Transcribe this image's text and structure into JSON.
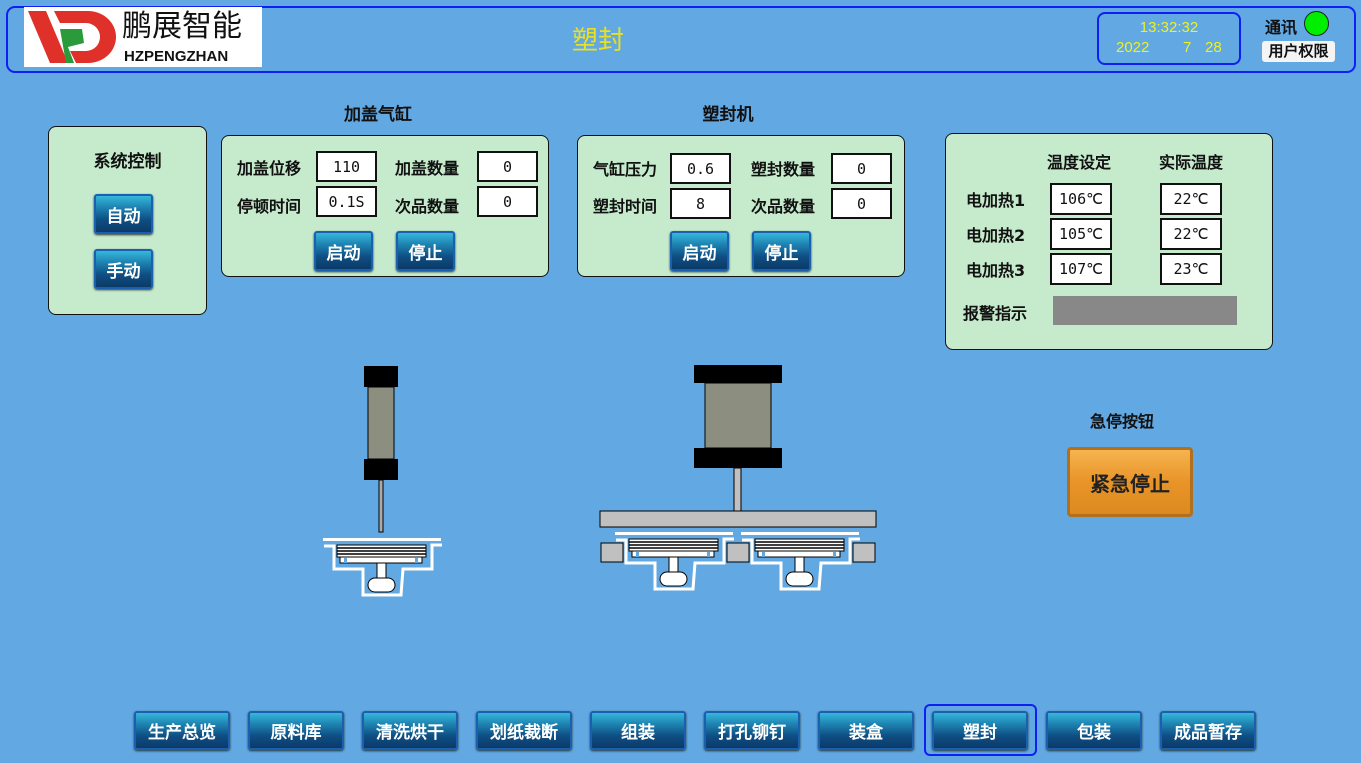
{
  "header": {
    "logo_cn": "鹏展智能",
    "logo_en": "HZPENGZHAN",
    "title": "塑封",
    "time": "13:32:32",
    "year": "2022",
    "month": "7",
    "day": "28",
    "comm_label": "通讯",
    "comm_color": "#00ee00",
    "user_perm": "用户权限"
  },
  "system": {
    "title": "系统控制",
    "auto": "自动",
    "manual": "手动"
  },
  "cover": {
    "title": "加盖气缸",
    "disp_label": "加盖位移",
    "disp": "110",
    "pause_label": "停顿时间",
    "pause": "0.1S",
    "count_label": "加盖数量",
    "count": "0",
    "defect_label": "次品数量",
    "defect": "0",
    "start": "启动",
    "stop": "停止"
  },
  "sealer": {
    "title": "塑封机",
    "pressure_label": "气缸压力",
    "pressure": "0.6",
    "time_label": "塑封时间",
    "time": "8",
    "count_label": "塑封数量",
    "count": "0",
    "defect_label": "次品数量",
    "defect": "0",
    "start": "启动",
    "stop": "停止"
  },
  "temp": {
    "set_header": "温度设定",
    "actual_header": "实际温度",
    "rows": [
      {
        "label": "电加热1",
        "set": "106℃",
        "actual": "22℃"
      },
      {
        "label": "电加热2",
        "set": "105℃",
        "actual": "22℃"
      },
      {
        "label": "电加热3",
        "set": "107℃",
        "actual": "23℃"
      }
    ],
    "alarm_label": "报警指示"
  },
  "estop": {
    "title": "急停按钮",
    "button": "紧急停止"
  },
  "nav": [
    "生产总览",
    "原料库",
    "清洗烘干",
    "划纸裁断",
    "组装",
    "打孔铆钉",
    "装盒",
    "塑封",
    "包装",
    "成品暂存"
  ],
  "nav_active": "塑封"
}
